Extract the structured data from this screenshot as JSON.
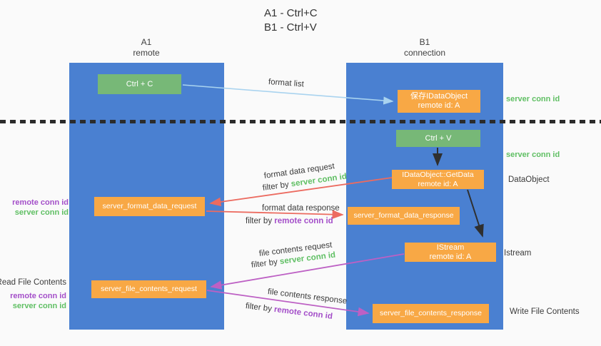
{
  "title": {
    "line1": "A1 - Ctrl+C",
    "line2": "B1 - Ctrl+V"
  },
  "lanes": {
    "a1": {
      "name": "A1",
      "role": "remote"
    },
    "b1": {
      "name": "B1",
      "role": "connection"
    }
  },
  "nodes": {
    "ctrl_c": {
      "label": "Ctrl + C"
    },
    "ctrl_v": {
      "label": "Ctrl + V"
    },
    "save_dataobject": {
      "line1": "保存IDataObject",
      "line2": "remote id: A"
    },
    "getdata": {
      "line1": "IDataObject::GetData",
      "line2": "remote id: A"
    },
    "istream": {
      "line1": "IStream",
      "line2": "remote id: A"
    },
    "format_request": {
      "label": "server_format_data_request"
    },
    "format_response": {
      "label": "server_format_data_response"
    },
    "file_request": {
      "label": "server_file_contents_request"
    },
    "file_response": {
      "label": "server_file_contents_response"
    }
  },
  "edge_labels": {
    "format_list": "format list",
    "format_data_request": "format data request",
    "format_data_response": "format data response",
    "file_contents_request": "file contents request",
    "file_contents_response": "file contents response",
    "filter_by": "filter by",
    "server_conn_id": "server conn id",
    "remote_conn_id": "remote conn id"
  },
  "annotations": {
    "server_conn_id": "server conn id",
    "remote_conn_id": "remote conn id",
    "dataobject": "DataObject",
    "istream": "Istream",
    "read_file_contents": "Read File Contents",
    "write_file_contents": "Write File Contents"
  },
  "colors": {
    "lane_blue": "#4a80d1",
    "action_green": "#77b877",
    "message_orange": "#f8a845",
    "conn_id_green": "#5fbf63",
    "conn_id_purple": "#a44fc9",
    "arrow_blue": "#a9d3ef",
    "arrow_red": "#ec6b60",
    "arrow_magenta": "#bd60c4",
    "arrow_black": "#2f2f2f",
    "divider_black": "#2b2b2b"
  }
}
